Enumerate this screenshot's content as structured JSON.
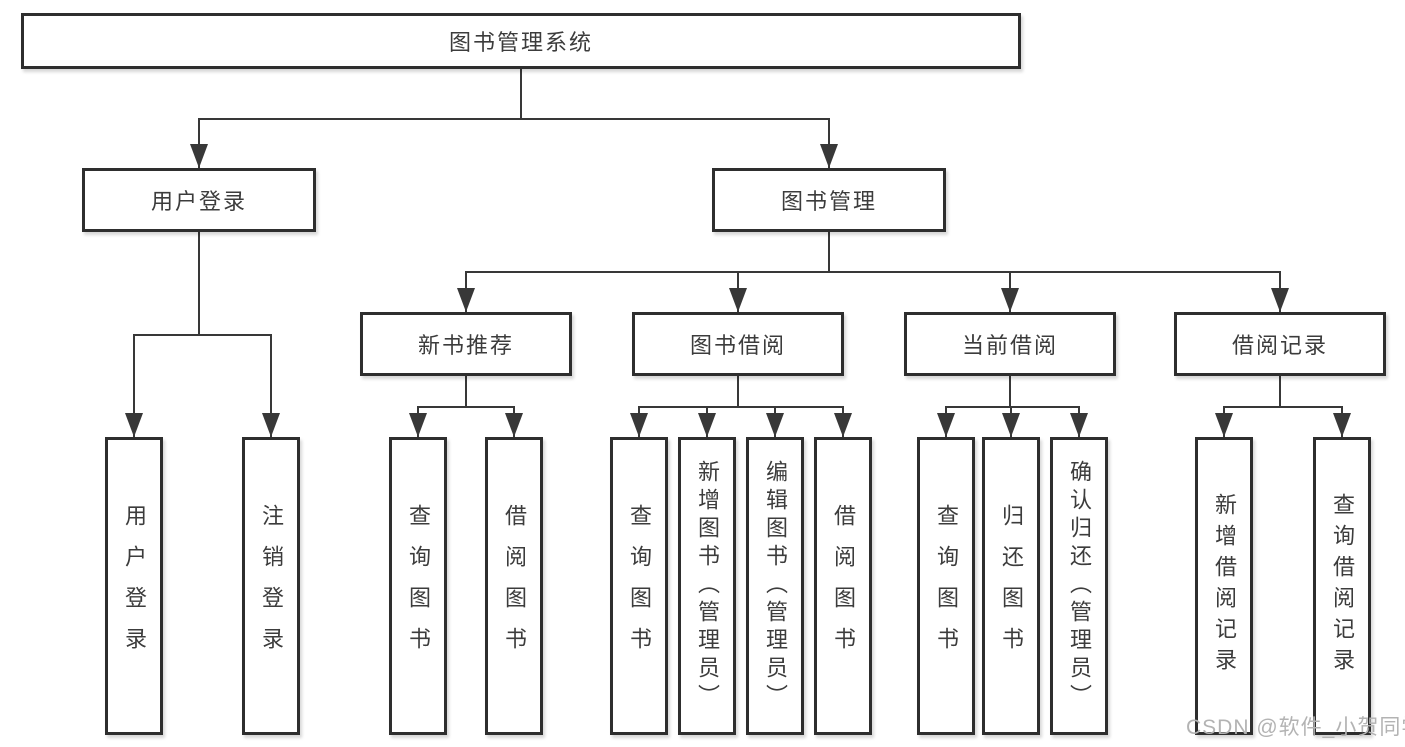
{
  "diagram": {
    "root": "图书管理系统",
    "branches": [
      {
        "label": "用户登录",
        "children": [
          {
            "label": "用户登录"
          },
          {
            "label": "注销登录"
          }
        ]
      },
      {
        "label": "图书管理",
        "children": [
          {
            "label": "新书推荐",
            "children": [
              {
                "label": "查询图书"
              },
              {
                "label": "借阅图书"
              }
            ]
          },
          {
            "label": "图书借阅",
            "children": [
              {
                "label": "查询图书"
              },
              {
                "label": "新增图书（管理员）"
              },
              {
                "label": "编辑图书（管理员）"
              },
              {
                "label": "借阅图书"
              }
            ]
          },
          {
            "label": "当前借阅",
            "children": [
              {
                "label": "查询图书"
              },
              {
                "label": "归还图书"
              },
              {
                "label": "确认归还（管理员）"
              }
            ]
          },
          {
            "label": "借阅记录",
            "children": [
              {
                "label": "新增借阅记录"
              },
              {
                "label": "查询借阅记录"
              }
            ]
          }
        ]
      }
    ]
  },
  "watermark": {
    "text": "CSDN @软件_小贺同学"
  },
  "colors": {
    "background": "#ffffff",
    "box_border": "#2e2e2e",
    "connector": "#383838",
    "text": "#3c3c3c",
    "watermark": "#b3b3b3"
  }
}
